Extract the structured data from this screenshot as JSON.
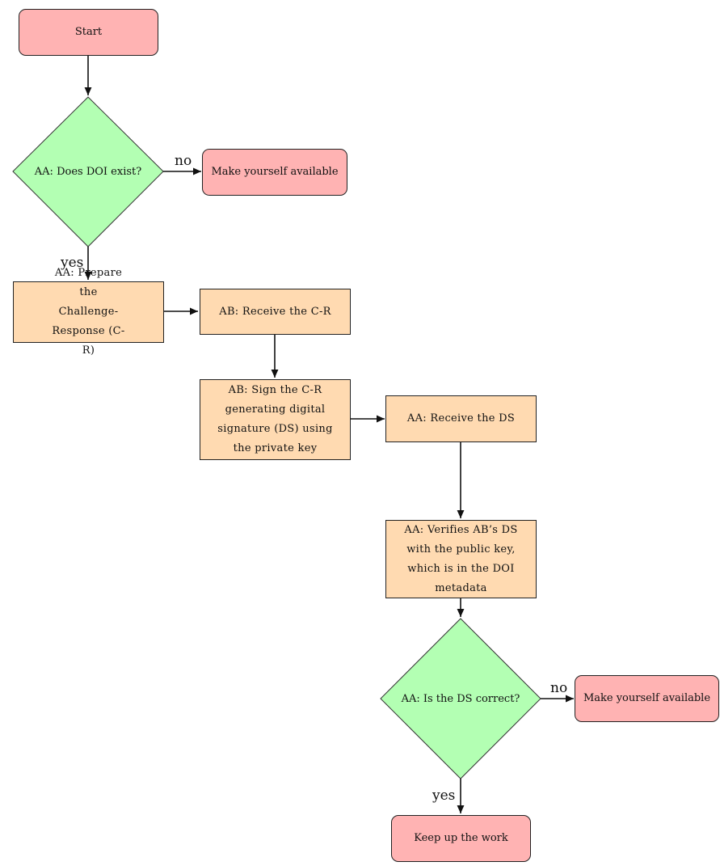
{
  "nodes": {
    "start": "Start",
    "doi_exist": "AA: Does DOI exist?",
    "avail_1": "Make yourself available",
    "prepare": "AA: Prepare the Challenge-Response (C-R)",
    "receive_cr": "AB: Receive the C-R",
    "sign": "AB: Sign the C-R generating digital signature (DS) using the private key",
    "receive_ds": "AA: Receive the DS",
    "verify": "AA: Verifies AB’s DS with the public key, which is in the DOI metadata",
    "ds_correct": "AA: Is the DS correct?",
    "avail_2": "Make yourself available",
    "keep_up": "Keep up the work"
  },
  "edge_labels": {
    "no_1": "no",
    "yes_1": "yes",
    "no_2": "no",
    "yes_2": "yes"
  },
  "colors": {
    "terminal": "#ffb3b3",
    "process": "#ffdab1",
    "decision": "#b3ffb3"
  }
}
